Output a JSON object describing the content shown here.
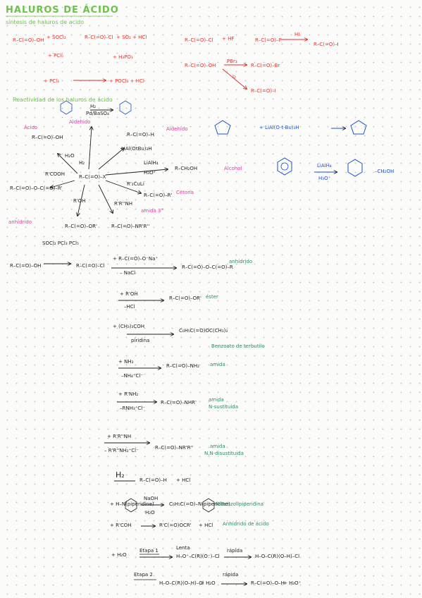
{
  "header": {
    "title": "HALUROS DE ÁCIDO",
    "subtitle": "síntesis de haluros de acido"
  },
  "synthesis": {
    "r1": "R–C(=O)–OH",
    "r1_reagent": "+ SOCl₂",
    "r1_product": "R–C(=O)–Cl",
    "r1_byproduct": "+ SO₂ + HCl",
    "r2_reagent": "+ PCl₅",
    "r2_byproduct": "+ H₃PO₃",
    "r3_reagent": "+ PCl₃",
    "r3_byproduct": "+ POCl₃ + HCl",
    "hf_start": "R–C(=O)–Cl",
    "hf_reagent": "+ HF",
    "hf_product": "R–C(=O)–F",
    "hf_arrow_label": "HI",
    "hi_product": "R–C(=O)–I",
    "pbr_start": "R–C(=O)–OH",
    "pbr_reagent": "PBr₃",
    "pbr_product": "R–C(=O)–Br",
    "i2_reagent": "I₂",
    "i2_product": "R–C(=O)–I"
  },
  "reactivity": {
    "heading": "Reactividad de los haluros de ácido",
    "aldehido_label": "Aldehido",
    "h2_reagent": "H₂",
    "pd_reagent": "Pd/BaSO₄",
    "acido_label": "Ácido",
    "acid_formula": "R–C(=O)–OH",
    "h2o": "H₂O",
    "center": "R–C(=O)–X",
    "rcooh": "R'COOH",
    "anhydride": "R–C(=O)–O–C(=O)–R'",
    "anhidrido_label": "anhídrido",
    "roh": "R'OH",
    "ester": "R–C(=O)–OR'",
    "amine": "R'R''NH",
    "amide_3": "R–C(=O)–NR'R''",
    "amida_label": "amida 3°",
    "cuprate": "R'₂CuLi",
    "ketone": "R–C(=O)–R'",
    "cetona_label": "Cetona",
    "lialh_reagent": "LiAl(OtBu)₃H",
    "aldehyde_formula": "R–C(=O)–H",
    "aldehido_label2": "Aldehido",
    "lialh4": "LiAlH₄",
    "h3o": "H₃O⁺",
    "alcohol_formula": "R–CH₂OH",
    "alcohol_label": "Alcohol",
    "cyclo_reagent": "+ LiAl(O-t-Bu)₃H",
    "benz_lialh4": "LiAlH₄",
    "benz_h3o": "H₃O⁺",
    "benz_product": "–CH₂OH"
  },
  "reactions": [
    {
      "reagent_top": "SOCl₂ PCl₃ PCl₅",
      "start": "R–C(=O)–OH",
      "mid": "R–C(=O)–Cl",
      "reagent": "+ R–C(=O)–O⁻Na⁺",
      "below": "– NaCl",
      "product": "R–C(=O)–O–C(=O)–R",
      "label": "anhídrido"
    },
    {
      "reagent": "+ R'OH",
      "below": "–HCl",
      "product": "R–C(=O)–OR'",
      "label": "éster"
    },
    {
      "reagent": "+ (CH₃)₃COH",
      "below": "piridina",
      "product": "C₆H₅C(=O)OC(CH₃)₃",
      "label": "Benzoato de terbutilo"
    },
    {
      "reagent": "+ NH₃",
      "below": "–NH₄⁺Cl⁻",
      "product": "R–C(=O)–NH₂",
      "label": "amida"
    },
    {
      "reagent": "+ R'NH₂",
      "below": "–RNH₃⁺Cl⁻",
      "product": "R–C(=O)–NHR'",
      "label": "amida",
      "label2": "N-sustituida"
    },
    {
      "reagent": "+ R'R''NH",
      "below": "– R'R''NH₂⁺Cl⁻",
      "product": "R–C(=O)–NR'R''",
      "label": "amida",
      "label2": "N,N-disustituida"
    },
    {
      "reagent": "H₂",
      "product": "R–C(=O)–H",
      "extra": "+ HCl"
    },
    {
      "reagent": "+ H–N(piperidine)",
      "arrow_top": "NaOH",
      "below": "H₂O",
      "product": "C₆H₅C(=O)–N(piperidine)",
      "label": "N-Benzoilpiperidina"
    },
    {
      "reagent": "+ R'COH",
      "product": "R'C(=O)OCR'",
      "extra": "+ HCl",
      "label": "Anhídrido de ácido"
    }
  ],
  "mechanism": {
    "reagent": "+ H₂O",
    "step1": "Etapa 1",
    "lenta": "Lenta",
    "intermediate": "H–O⁺–C(R)(O⁻)–Cl",
    "rapida": "rápida",
    "product1": "H–O–C(R)(O–H)–Cl",
    "step2": "Etapa 2",
    "start2": "H–O–C(R)(O–H)–Cl",
    "water": "+ H₂O",
    "rapida2": "rápida",
    "final": "R–C(=O)–O–H",
    "hydronium": "+ H₃O⁺"
  }
}
